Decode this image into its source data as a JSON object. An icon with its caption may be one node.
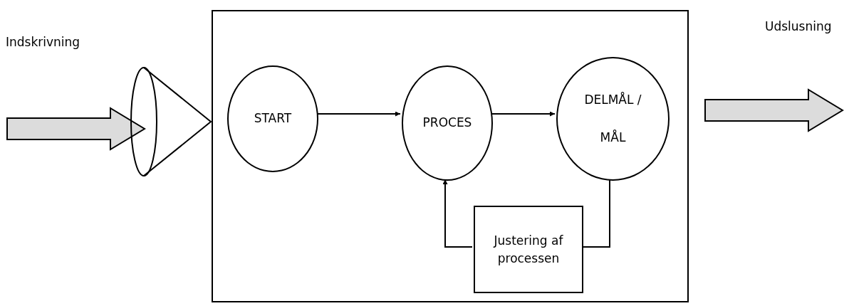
{
  "diagram": {
    "nodes": [
      {
        "text": [],
        "shape": "box"
      },
      {
        "text": [
          "START"
        ],
        "in": 0
      },
      {
        "text": [
          "PROCES"
        ],
        "in": 0
      },
      {
        "text": [
          "DELMÅL / MÅL"
        ],
        "in": 0
      },
      {
        "text": [
          "Justering af processen"
        ],
        "in": 0
      },
      {
        "text": [],
        "shape": "cone"
      }
    ],
    "edges": [
      {
        "from": 1,
        "to": 2,
        "arrow": "to"
      },
      {
        "from": 2,
        "to": 3,
        "arrow": "to"
      },
      {
        "from": 3,
        "to": 4,
        "arrow": "none"
      },
      {
        "from": 4,
        "to": 2,
        "arrow": "to"
      },
      {
        "from": null,
        "to": 5,
        "arrow": "to",
        "style": "thick"
      },
      {
        "from": 0,
        "to": null,
        "arrow": "to",
        "style": "thick"
      }
    ],
    "labels": [
      "Indskrivning",
      "Udslusning"
    ]
  }
}
